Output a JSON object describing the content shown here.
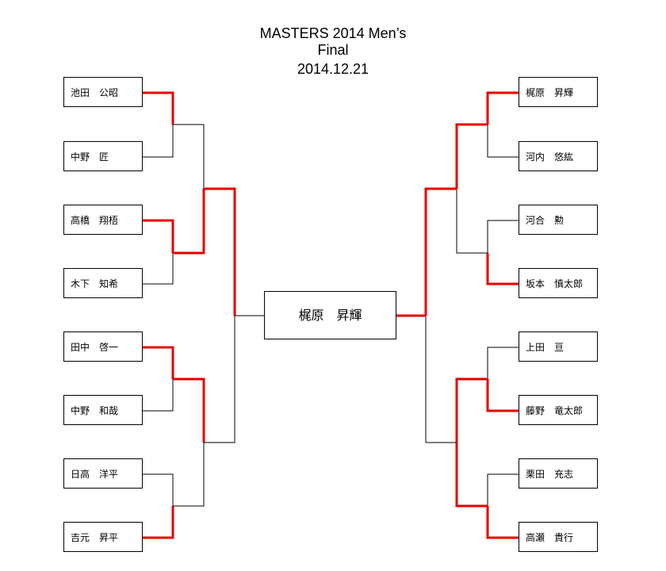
{
  "title": {
    "line1": "MASTERS 2014 Men’s",
    "line2": "Final",
    "line3": "2014.12.21"
  },
  "left_players": [
    "池田　公昭",
    "中野　匠",
    "高橋　翔梧",
    "木下　知希",
    "田中　啓一",
    "中野　和哉",
    "日高　洋平",
    "吉元　昇平"
  ],
  "right_players": [
    "梶原　昇輝",
    "河内　悠紘",
    "河合　勲",
    "坂本　慎太郎",
    "上田　亘",
    "藤野　竜太郎",
    "栗田　充志",
    "高瀬　貴行"
  ],
  "champion": "梶原　昇輝",
  "colors": {
    "win_line": "#e60000",
    "line": "#000000"
  }
}
